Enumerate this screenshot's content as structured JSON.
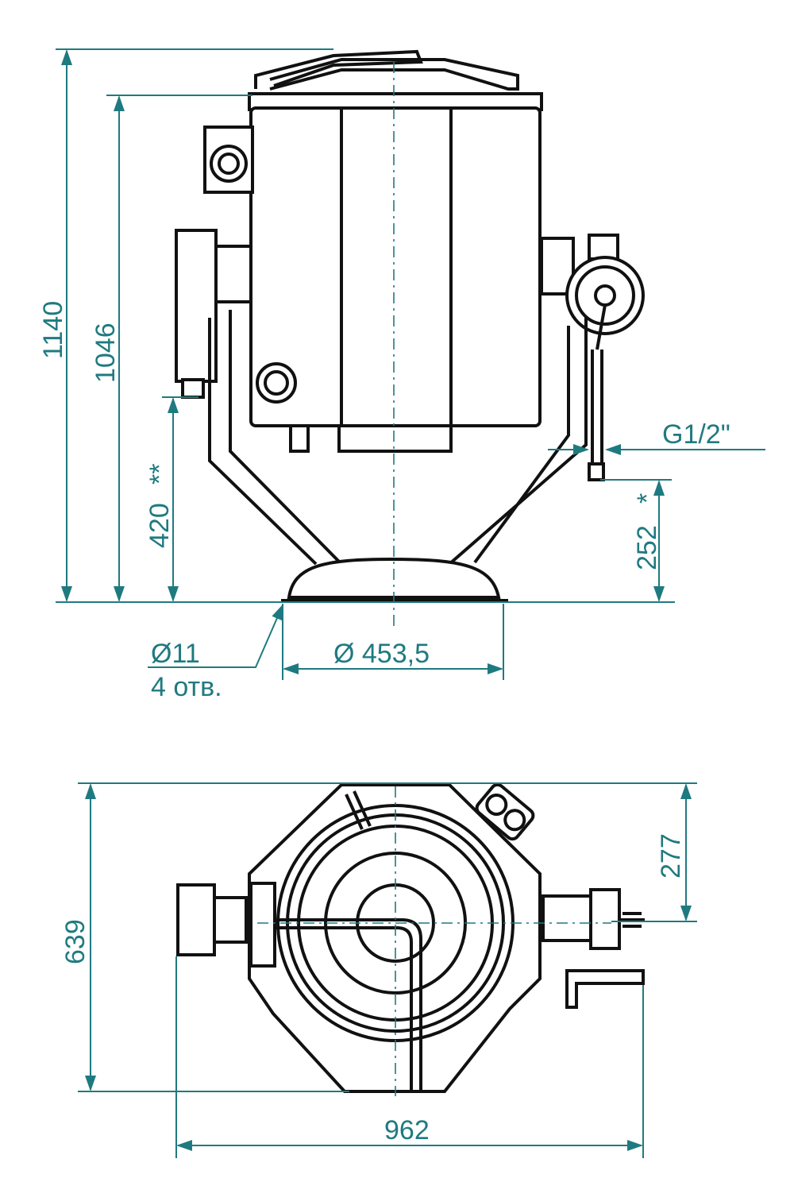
{
  "front_view": {
    "dims": {
      "overall_height": "1140",
      "body_height": "1046",
      "drain_height": "420",
      "drain_mark": "**",
      "tap_height": "252",
      "tap_mark": "*",
      "thread": "G1/2\"",
      "hole_dia": "Ø11",
      "hole_count": "4 отв.",
      "base_dia": "Ø  453,5"
    }
  },
  "top_view": {
    "dims": {
      "depth": "639",
      "offset": "277",
      "width": "962"
    }
  },
  "colors": {
    "dimension": "#1f7a80",
    "outline": "#111111"
  }
}
